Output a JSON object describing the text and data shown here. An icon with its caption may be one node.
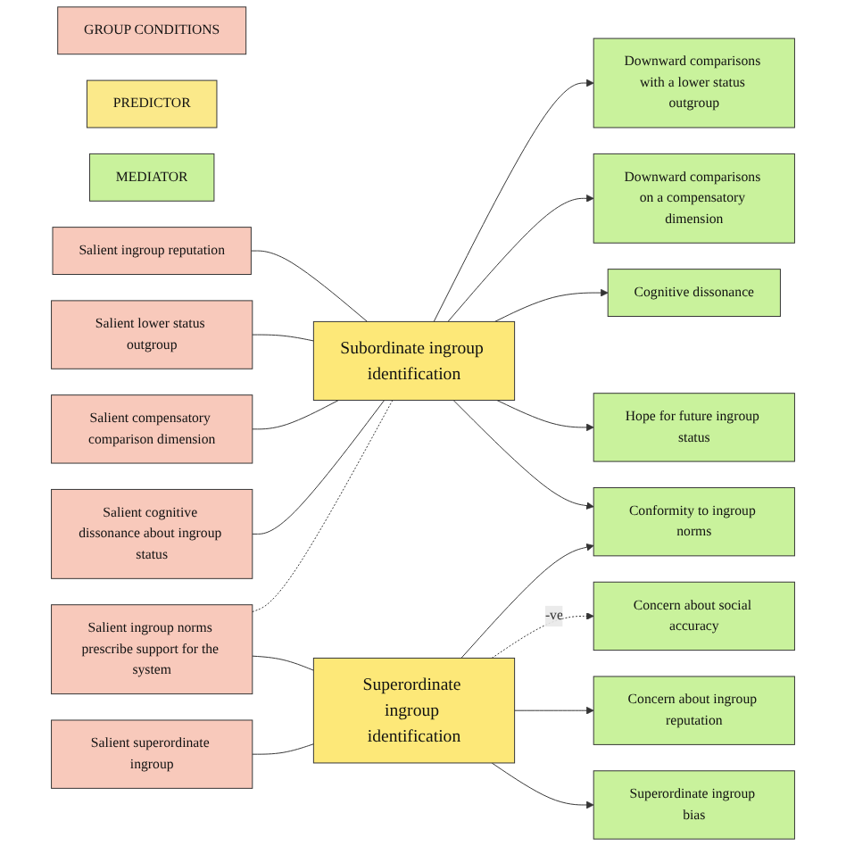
{
  "diagram": {
    "nodes": [
      {
        "text": [
          "GROUP CONDITIONS"
        ]
      },
      {
        "text": [
          "PREDICTOR"
        ]
      },
      {
        "text": [
          "MEDIATOR"
        ]
      },
      {
        "text": [
          "Salient ingroup reputation"
        ]
      },
      {
        "text": [
          "Salient lower status outgroup"
        ]
      },
      {
        "text": [
          "Salient compensatory comparison dimension"
        ]
      },
      {
        "text": [
          "Salient cognitive dissonance about ingroup status"
        ]
      },
      {
        "text": [
          "Salient superordinate ingroup"
        ]
      },
      {
        "text": [
          "Salient ingroup norms prescribe support for the system"
        ]
      },
      {
        "text": [
          "Subordinate ingroup identification"
        ]
      },
      {
        "text": [
          "Superordinate ingroup identification"
        ]
      },
      {
        "text": [
          "Concern about social accuracy"
        ]
      },
      {
        "text": [
          "Concern about ingroup reputation"
        ]
      },
      {
        "text": [
          "Downward comparisons with a lower status outgroup"
        ]
      },
      {
        "text": [
          "Downward comparisons on a compensatory dimension"
        ]
      },
      {
        "text": [
          "Cognitive dissonance"
        ]
      },
      {
        "text": [
          "Hope for future ingroup status"
        ]
      },
      {
        "text": [
          "Superordinate ingroup bias"
        ]
      },
      {
        "text": [
          "Conformity to ingroup norms"
        ]
      }
    ],
    "edges": [
      {
        "from": 3,
        "to": 9,
        "arrow": "none"
      },
      {
        "from": 4,
        "to": 9,
        "arrow": "none"
      },
      {
        "from": 5,
        "to": 9,
        "arrow": "none"
      },
      {
        "from": 6,
        "to": 9,
        "arrow": "none"
      },
      {
        "from": 8,
        "to": 10,
        "arrow": "none"
      },
      {
        "from": 7,
        "to": 10,
        "arrow": "none"
      },
      {
        "from": 8,
        "to": 9,
        "arrow": "none",
        "style": "dashed"
      },
      {
        "from": 10,
        "to": 11,
        "arrow": "to",
        "style": "dashed",
        "label": "-ve"
      },
      {
        "from": 10,
        "to": 12,
        "arrow": "to"
      },
      {
        "from": 9,
        "to": 13,
        "arrow": "to"
      },
      {
        "from": 9,
        "to": 14,
        "arrow": "to"
      },
      {
        "from": 9,
        "to": 15,
        "arrow": "to"
      },
      {
        "from": 9,
        "to": 16,
        "arrow": "to"
      },
      {
        "from": 9,
        "to": 18,
        "arrow": "to"
      },
      {
        "from": 10,
        "to": 17,
        "arrow": "to"
      },
      {
        "from": 10,
        "to": 18,
        "arrow": "to"
      }
    ]
  }
}
